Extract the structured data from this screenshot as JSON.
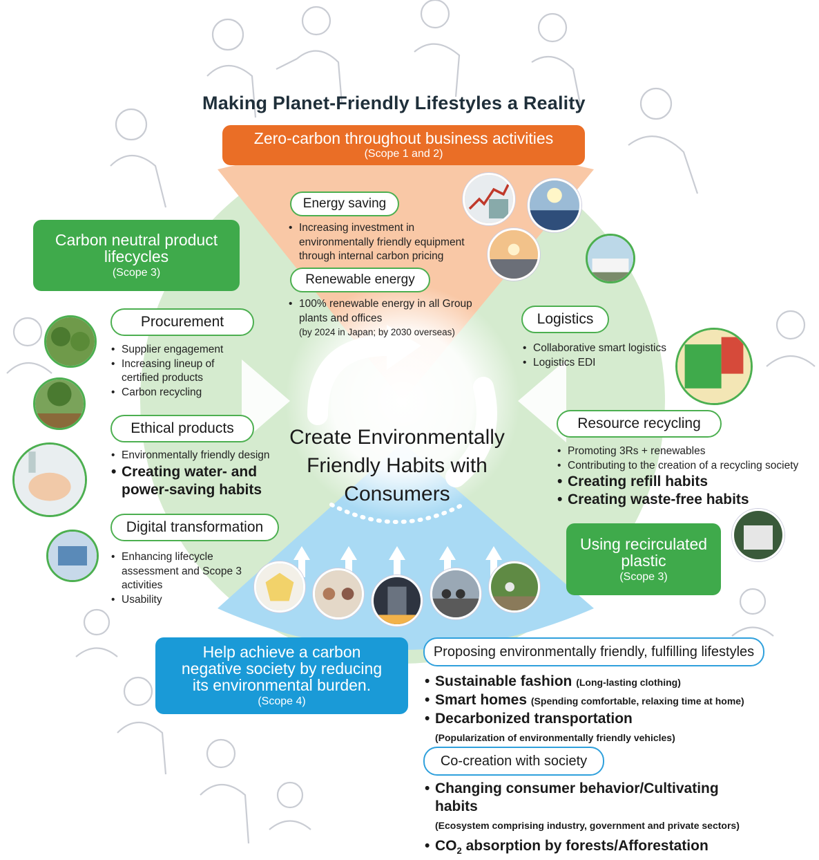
{
  "title": "Making Planet-Friendly Lifestyles a Reality",
  "center": {
    "line1": "Create Environmentally",
    "line2": "Friendly Habits with",
    "line3": "Consumers"
  },
  "zero_carbon": {
    "main": "Zero-carbon throughout business activities",
    "sub": "(Scope 1 and 2)"
  },
  "carbon_neutral": {
    "line1": "Carbon neutral product",
    "line2": "lifecycles",
    "sub": "(Scope 3)"
  },
  "recirculated": {
    "line1": "Using recirculated",
    "line2": "plastic",
    "sub": "(Scope 3)"
  },
  "carbon_negative": {
    "line1": "Help achieve a carbon",
    "line2": "negative society by reducing",
    "line3": "its environmental burden.",
    "sub": "(Scope 4)"
  },
  "energy_saving": {
    "label": "Energy saving",
    "items": [
      "Increasing investment in",
      "environmentally friendly equipment",
      "through internal carbon pricing"
    ]
  },
  "renewable": {
    "label": "Renewable energy",
    "items": [
      "100% renewable energy in all Group",
      "plants and offices"
    ],
    "note": "(by 2024 in Japan; by 2030 overseas)"
  },
  "logistics": {
    "label": "Logistics",
    "items": [
      "Collaborative smart logistics",
      "Logistics EDI"
    ]
  },
  "procurement": {
    "label": "Procurement",
    "items": [
      "Supplier engagement",
      "Increasing lineup of",
      "certified products",
      "Carbon recycling"
    ]
  },
  "ethical": {
    "label": "Ethical products",
    "items": [
      "Environmentally friendly design"
    ],
    "big": [
      "Creating water- and",
      "power-saving habits"
    ]
  },
  "digital": {
    "label": "Digital transformation",
    "items": [
      "Enhancing lifecycle",
      "assessment and Scope 3",
      "activities",
      "Usability"
    ]
  },
  "resource": {
    "label": "Resource recycling",
    "items": [
      "Promoting 3Rs + renewables",
      "Contributing to the creation of a recycling society"
    ],
    "big": [
      "Creating refill habits",
      "Creating waste-free habits"
    ]
  },
  "proposing": {
    "label": "Proposing environmentally friendly, fulfilling lifestyles",
    "fashion": "Sustainable fashion",
    "fashion_note": "(Long-lasting clothing)",
    "homes": "Smart homes",
    "homes_note": "(Spending comfortable, relaxing time at home)",
    "transport": "Decarbonized transportation",
    "transport_note": "(Popularization of environmentally friendly vehicles)"
  },
  "cocreation": {
    "label": "Co-creation with society",
    "item1a": "Changing consumer behavior/Cultivating",
    "item1b": "habits",
    "item1_note": "(Ecosystem comprising industry, government and private sectors)",
    "item2_pre": "CO",
    "item2_sub": "2",
    "item2_post": " absorption by forests/Afforestation"
  },
  "colors": {
    "orange": "#ea6e26",
    "green": "#3faa4b",
    "blue": "#1a9ad7",
    "peach_sector": "#f9c8a6",
    "green_sector": "#d5ebcf",
    "blue_sector": "#a9daf4"
  }
}
